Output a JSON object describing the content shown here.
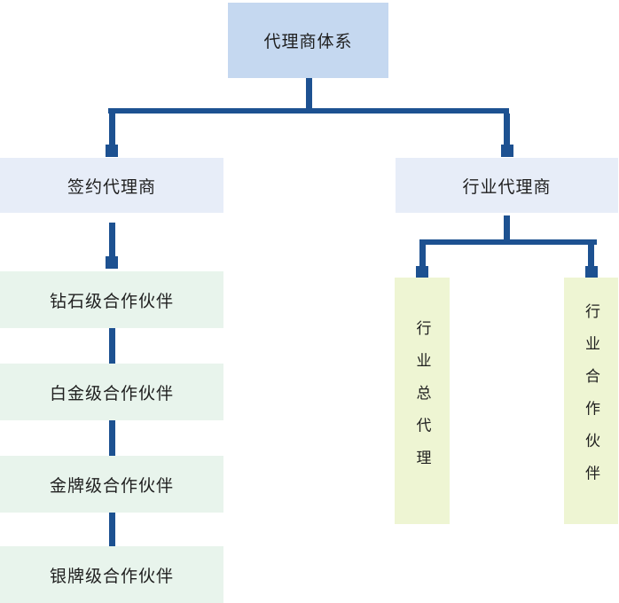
{
  "diagram": {
    "title": "代理商体系",
    "root": {
      "label": "代理商体系"
    },
    "branches": [
      {
        "label": "签约代理商",
        "children": [
          {
            "label": "钻石级合作伙伴"
          },
          {
            "label": "白金级合作伙伴"
          },
          {
            "label": "金牌级合作伙伴"
          },
          {
            "label": "银牌级合作伙伴"
          }
        ]
      },
      {
        "label": "行业代理商",
        "children": [
          {
            "label": "行业总代理"
          },
          {
            "label": "行业合作伙伴"
          }
        ]
      }
    ],
    "colors": {
      "root_fill": "#c5d8f0",
      "branch_fill": "#e7edf8",
      "left_child_fill": "#e8f4ec",
      "right_child_fill": "#eef5d3",
      "connector": "#1d5191",
      "text": "#1f1f1f"
    }
  }
}
